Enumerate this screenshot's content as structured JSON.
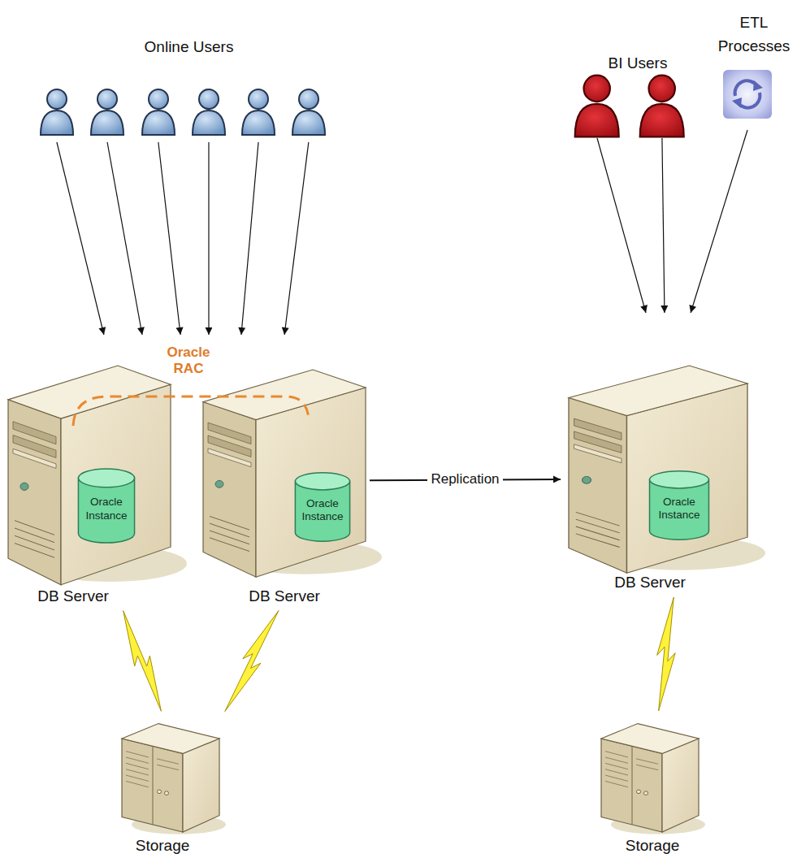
{
  "diagram": {
    "nodes": [
      {
        "text": [
          "Online Users"
        ]
      },
      {
        "text": [
          "BI Users"
        ]
      },
      {
        "text": [
          "ETL Processes"
        ]
      },
      {
        "text": [
          "DB Server"
        ]
      },
      {
        "text": [
          "Oracle Instance"
        ],
        "in": 3
      },
      {
        "text": [
          "DB Server"
        ]
      },
      {
        "text": [
          "Oracle Instance"
        ],
        "in": 5
      },
      {
        "text": [
          "DB Server"
        ]
      },
      {
        "text": [
          "Oracle Instance"
        ],
        "in": 7
      },
      {
        "text": [
          "Storage"
        ]
      },
      {
        "text": [
          "Storage"
        ]
      }
    ],
    "edges": [
      {
        "from": 0,
        "to": 3,
        "arrow": "to"
      },
      {
        "from": 0,
        "to": 3,
        "arrow": "to"
      },
      {
        "from": 0,
        "to": 3,
        "arrow": "to"
      },
      {
        "from": 0,
        "to": 5,
        "arrow": "to"
      },
      {
        "from": 0,
        "to": 5,
        "arrow": "to"
      },
      {
        "from": 0,
        "to": 5,
        "arrow": "to"
      },
      {
        "from": 1,
        "to": 7,
        "arrow": "to"
      },
      {
        "from": 1,
        "to": 7,
        "arrow": "to"
      },
      {
        "from": 2,
        "to": 7,
        "arrow": "to"
      },
      {
        "from": 5,
        "to": 7,
        "label": "Replication",
        "arrow": "to"
      },
      {
        "from": 3,
        "to": 9,
        "arrow": "none"
      },
      {
        "from": 5,
        "to": 9,
        "arrow": "none"
      },
      {
        "from": 7,
        "to": 10,
        "arrow": "none"
      }
    ],
    "labels": [
      "Oracle RAC"
    ]
  }
}
